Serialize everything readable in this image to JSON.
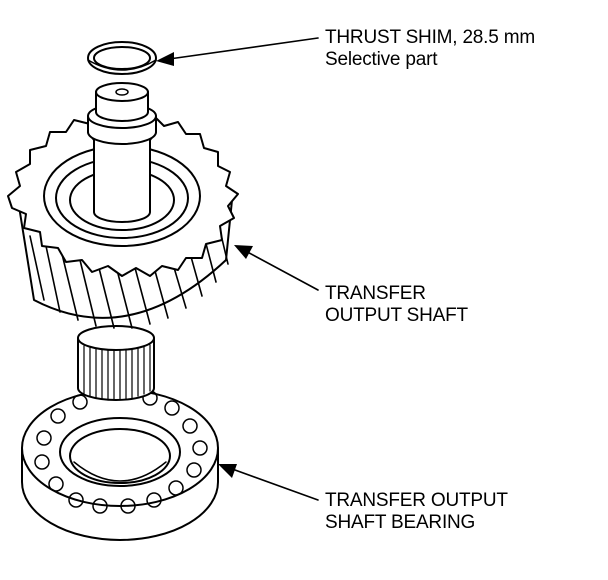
{
  "labels": {
    "thrust_shim": {
      "line1": "THRUST SHIM, 28.5 mm",
      "line2": "Selective part"
    },
    "transfer_output_shaft": {
      "line1": "TRANSFER",
      "line2": "OUTPUT SHAFT"
    },
    "transfer_output_shaft_bearing": {
      "line1": "TRANSFER OUTPUT",
      "line2": "SHAFT BEARING"
    }
  },
  "colors": {
    "line": "#000000",
    "background": "#ffffff"
  }
}
